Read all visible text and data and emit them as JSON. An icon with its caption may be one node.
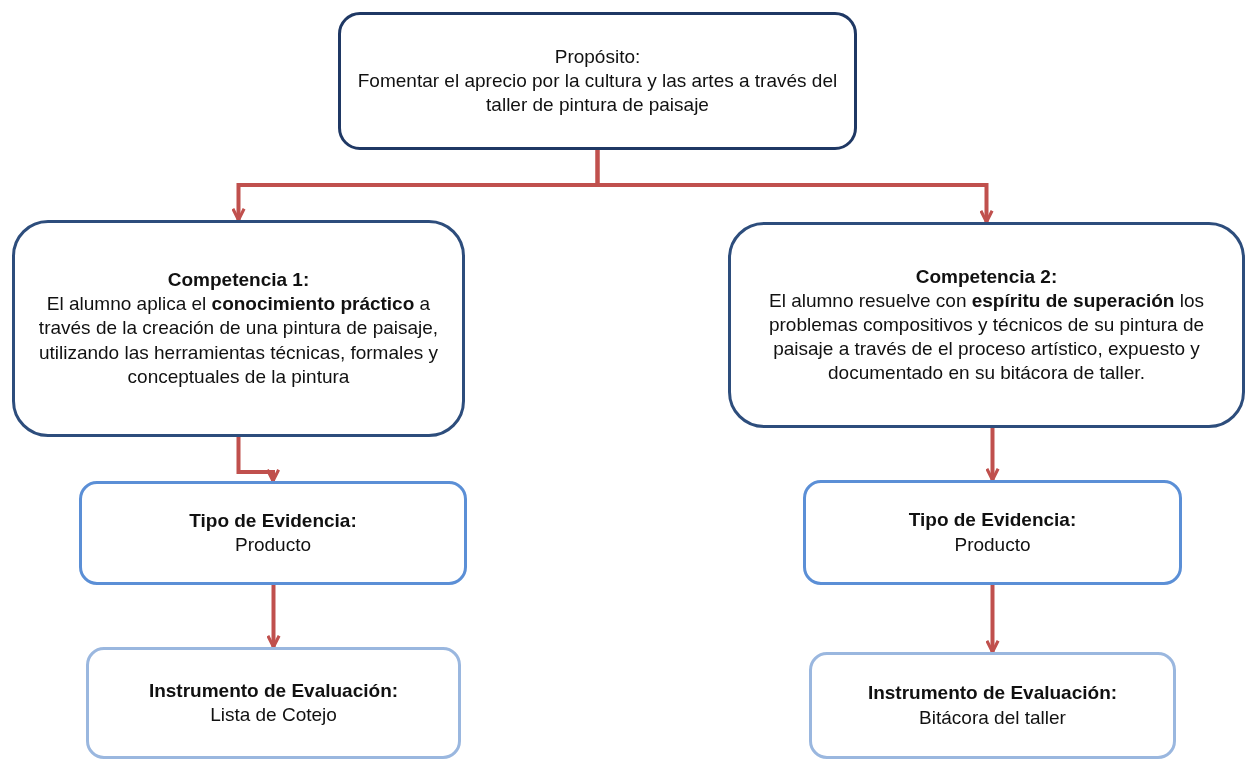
{
  "diagram": {
    "nodes": [
      {
        "text": [
          "Propósito:",
          "Fomentar el aprecio por la cultura y las artes a través del taller de pintura de paisaje"
        ]
      },
      {
        "text": [
          "Competencia 1:",
          "El alumno aplica el **conocimiento práctico** a través de la creación de una pintura de paisaje, utilizando las herramientas técnicas, formales y conceptuales de la pintura"
        ]
      },
      {
        "text": [
          "Competencia 2:",
          "El alumno resuelve con **espíritu de superación** los problemas compositivos y técnicos de su pintura de paisaje a través de el proceso artístico, expuesto y documentado en su bitácora de taller."
        ]
      },
      {
        "text": [
          "Tipo de Evidencia:",
          "Producto"
        ]
      },
      {
        "text": [
          "Tipo de Evidencia:",
          "Producto"
        ]
      },
      {
        "text": [
          "Instrumento de Evaluación:",
          "Lista de Cotejo"
        ]
      },
      {
        "text": [
          "Instrumento de Evaluación:",
          "Bitácora del taller"
        ]
      }
    ],
    "edges": [
      {
        "from": 0,
        "to": 1,
        "arrow": "to"
      },
      {
        "from": 0,
        "to": 2,
        "arrow": "to"
      },
      {
        "from": 1,
        "to": 3,
        "arrow": "to"
      },
      {
        "from": 3,
        "to": 5,
        "arrow": "to"
      },
      {
        "from": 2,
        "to": 4,
        "arrow": "to"
      },
      {
        "from": 4,
        "to": 6,
        "arrow": "to"
      }
    ]
  }
}
